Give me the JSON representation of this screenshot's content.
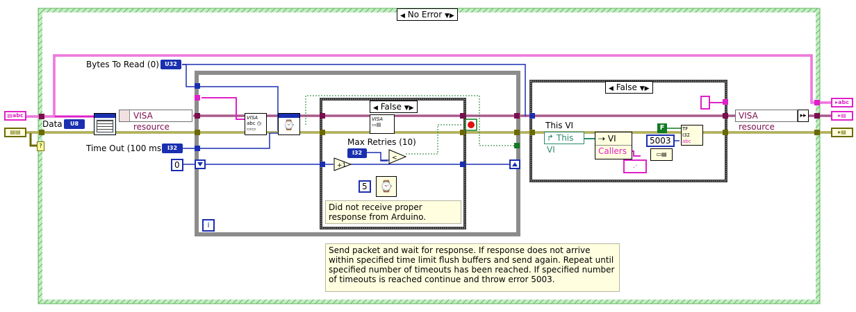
{
  "case_outer": {
    "selector": "No Error"
  },
  "labels": {
    "bytes_to_read": "Bytes To Read (0)",
    "data": "Data",
    "timeout": "Time Out (100 ms)",
    "max_retries": "Max Retries  (10)",
    "this_vi": "This VI"
  },
  "terminals": {
    "u32": "U32",
    "u8": "U8",
    "i32": "I32",
    "i32_b": "I32",
    "i32_c": "I32",
    "abc_left": "abc",
    "abc_right": "abc",
    "tf": "TF"
  },
  "constants": {
    "zero": "0",
    "five": "5",
    "err_code": "5003",
    "false_const": "F"
  },
  "visa": {
    "in": "VISA resource",
    "out": "VISA resource",
    "read_icon": "VISA"
  },
  "inner_case": {
    "selector": "False"
  },
  "right_case": {
    "selector": "False"
  },
  "loop": {
    "iteration": "i"
  },
  "this_vi_ref": "This VI",
  "property_node": {
    "prop": "VI",
    "item": "Callers"
  },
  "comments": {
    "inner": "Did not receive proper response from Arduino.",
    "main": "Send packet and wait for response.  If response does not arrive within specified time limit flush buffers and send again.  Repeat until specified number of timeouts has been reached.  If specified number of timeouts is reached continue and throw error 5003."
  },
  "colors": {
    "pink_wire": "#e020c8",
    "purple_wire": "#7a0e4e",
    "blue_wire": "#1a2fb0",
    "green_wire": "#117a22",
    "error_wire": "#6b6a00",
    "frame_green": "#5cb85c",
    "loop_gray": "#8c8c8c",
    "case_gray": "#3c3c3c",
    "comment_bg": "#ffffe0"
  },
  "icons": [
    "visa-write-icon",
    "visa-read-icon",
    "wait-icon",
    "increment-icon",
    "compare-icon",
    "stop-icon",
    "timer-icon",
    "call-chain-icon",
    "error-cluster-icon",
    "format-string-icon"
  ]
}
